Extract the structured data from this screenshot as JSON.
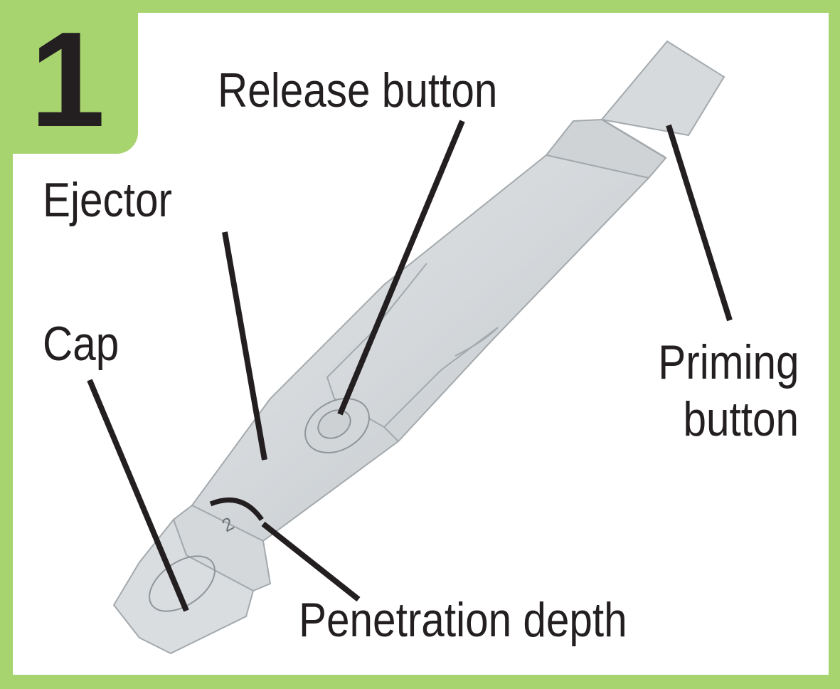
{
  "step": {
    "number": "1"
  },
  "labels": {
    "release_button": "Release button",
    "ejector": "Ejector",
    "cap": "Cap",
    "priming_button_line1": "Priming",
    "priming_button_line2": "button",
    "penetration_depth": "Penetration depth"
  },
  "colors": {
    "frame": "#a8d46f",
    "background": "#ffffff",
    "device_body": "#d8dcde",
    "device_outline": "#9aa0a4",
    "leader_lines": "#231f20",
    "text": "#231f20"
  }
}
